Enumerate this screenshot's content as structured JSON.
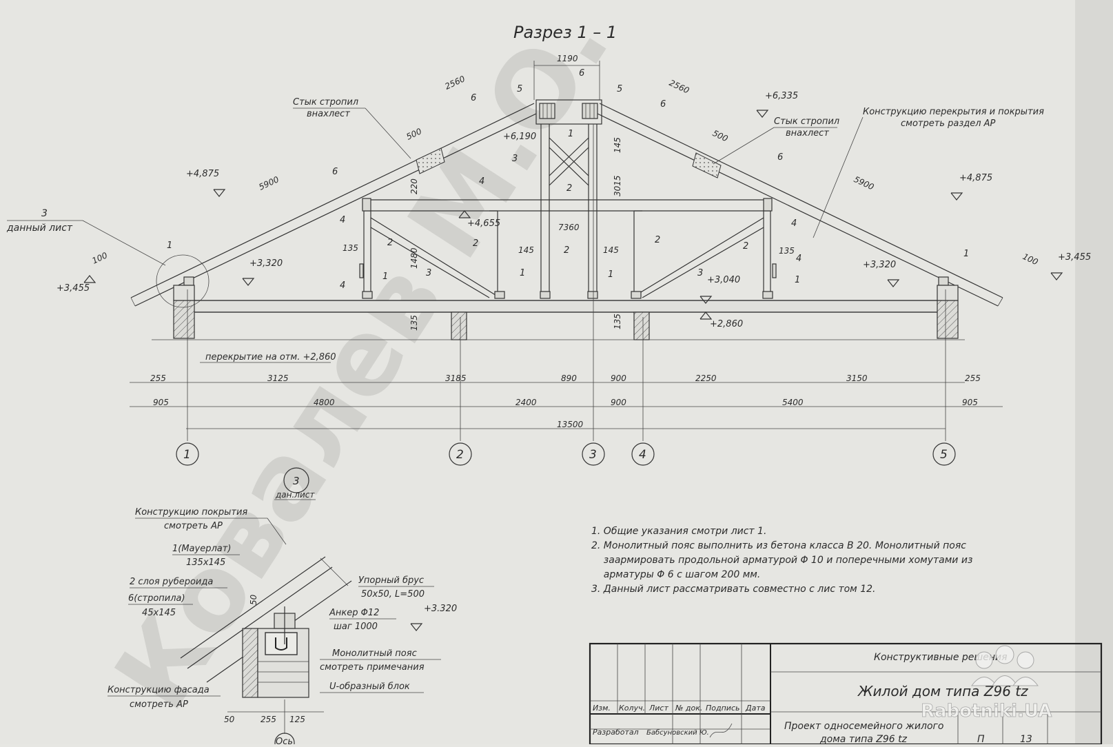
{
  "title": "Разрез  1 – 1",
  "watermark": "Ковалев М.О.",
  "brand": "Rabotniki.UA",
  "marks": {
    "m6335": "+6,335",
    "m6190": "+6,190",
    "m4875l": "+4,875",
    "m4875r": "+4,875",
    "m4655": "+4,655",
    "m3455l": "+3,455",
    "m3455r": "+3,455",
    "m3320l": "+3,320",
    "m3320r": "+3,320",
    "m3040": "+3,040",
    "m2860": "+2,860",
    "m3320d": "+3.320"
  },
  "dims": {
    "d1190": "1190",
    "d2560l": "2560",
    "d2560r": "2560",
    "d500l": "500",
    "d500r": "500",
    "d5900l": "5900",
    "d5900r": "5900",
    "d100l": "100",
    "d100r": "100",
    "d220": "220",
    "d145v": "145",
    "d3015": "3015",
    "d7360": "7360",
    "d1480": "1480",
    "d135a": "135",
    "d135b": "135",
    "d135c": "135",
    "d135d": "135",
    "d145a": "145",
    "d145b": "145",
    "row1": [
      "255",
      "3125",
      "3185",
      "890",
      "900",
      "2250",
      "3150",
      "255"
    ],
    "row2": [
      "905",
      "4800",
      "2400",
      "900",
      "5400",
      "905"
    ],
    "total": "13500",
    "det50": "50",
    "det255": "255",
    "det125": "125",
    "det50v": "50"
  },
  "axes": [
    "1",
    "2",
    "3",
    "4",
    "5"
  ],
  "part_nums": {
    "p1": "1",
    "p2": "2",
    "p3": "3",
    "p4": "4",
    "p5": "5",
    "p6": "6"
  },
  "labels": {
    "splice_l1": "Стык стропил",
    "splice_l2": "внахлест",
    "splice_r1": "Стык стропил",
    "splice_r2": "внахлест",
    "cover_r1": "Конструкцию перекрытия и покрытия",
    "cover_r2": "смотреть раздел АР",
    "ref3_num": "3",
    "ref3_txt": "данный лист",
    "floor": "перекрытие на отм. +2,860",
    "det_num": "3",
    "det_txt": "дан.лист",
    "det_cover1": "Конструкцию покрытия",
    "det_cover2": "смотреть АР",
    "det_mauer1": "1(Мауерлат)",
    "det_mauer2": "135х145",
    "det_ruber": "2 слоя рубероида",
    "det_raft1": "6(стропила)",
    "det_raft2": "45х145",
    "det_brus1": "Упорный брус",
    "det_brus2": "50х50, L=500",
    "det_anchor1": "Анкер Φ12",
    "det_anchor2": "шаг 1000",
    "det_belt1": "Монолитный пояс",
    "det_belt2": "смотреть примечания",
    "det_ublock": "U-образный блок",
    "det_facade1": "Конструкцию фасада",
    "det_facade2": "смотреть АР",
    "det_axis": "Ось"
  },
  "notes": [
    "1. Общие указания смотри лист  1.",
    "2. Монолитный пояс выполнить из бетона класса В 20. Монолитный пояс",
    "    заармировать продольной арматурой Φ 10 и поперечными хомутами из",
    "    арматуры Φ 6 с шагом 200 мм.",
    "3. Данный лист рассматривать совместно с лис том 12."
  ],
  "stamp": {
    "section": "Конструктивные решения",
    "house": "Жилой дом типа Z96 tz",
    "project1": "Проект односемейного жилого",
    "project2": "дома типа Z96 tz",
    "cols": [
      "Изм.",
      "Колуч.",
      "Лист",
      "№ док.",
      "Подпись",
      "Дата"
    ],
    "dev": "Разработал",
    "dev_name": "Бабсуновский Ю.",
    "stage": "П",
    "sheet": "13"
  }
}
